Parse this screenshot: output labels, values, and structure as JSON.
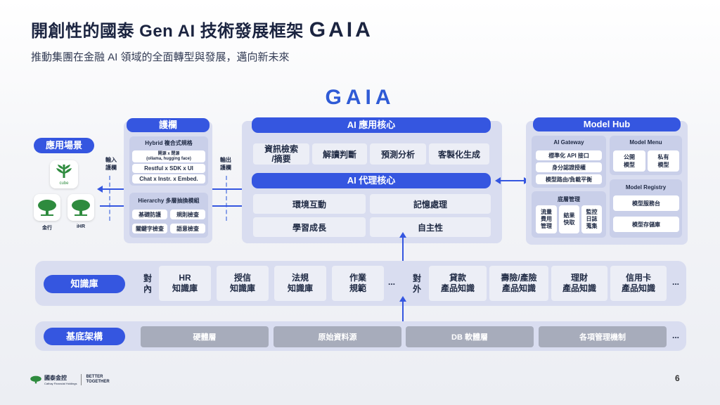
{
  "header": {
    "title": "開創性的國泰 Gen AI 技術發展框架",
    "title_logo": "GAIA",
    "subtitle": "推動集團在金融 AI 領域的全面轉型與發展，邁向新未來"
  },
  "gaia_logo": "GAIA",
  "app_scene": {
    "label": "應用場景",
    "cube_text": "cube",
    "apps": [
      "金行",
      "iHR"
    ]
  },
  "guardrail": {
    "title": "護欄",
    "input_label": "輸入\n護欄",
    "output_label": "輸出\n護欄",
    "hybrid_title": "Hybrid 複合式規格",
    "hybrid_items": [
      "開源 x 閉源\n(ollama, hugging face)",
      "Restful x SDK x UI",
      "Chat x Instr. x Embed."
    ],
    "hierarchy_title": "Hierarchy 多層抽換模組",
    "hierarchy_items": [
      "基礎防護",
      "規則檢查",
      "關鍵字檢查",
      "語意檢查"
    ]
  },
  "ai_core": {
    "title": "AI 應用核心",
    "items": [
      "資訊檢索\n/摘要",
      "解讀判斷",
      "預測分析",
      "客製化生成"
    ],
    "agent_title": "AI 代理核心",
    "agent_items": [
      "環境互動",
      "記憶處理",
      "學習成長",
      "自主性"
    ]
  },
  "model_hub": {
    "title": "Model Hub",
    "gateway_title": "AI Gateway",
    "gateway_items": [
      "標準化 API 接口",
      "身分認證授權",
      "模型路由/負載平衡"
    ],
    "menu_title": "Model Menu",
    "menu_items": [
      "公開\n模型",
      "私有\n模型"
    ],
    "registry_title": "Model Registry",
    "registry_items": [
      "模型服務台",
      "模型存儲庫"
    ],
    "base_title": "底層管理",
    "base_items": [
      "流量\n費用\n管理",
      "結果\n快取",
      "監控\n日誌\n蒐集"
    ]
  },
  "knowledge": {
    "label": "知識庫",
    "internal_label": "對\n內",
    "internal_items": [
      "HR\n知識庫",
      "授信\n知識庫",
      "法規\n知識庫",
      "作業\n規範"
    ],
    "external_label": "對\n外",
    "external_items": [
      "貸款\n產品知識",
      "壽險/產險\n產品知識",
      "理財\n產品知識",
      "信用卡\n產品知識"
    ],
    "ellipsis": "..."
  },
  "infra": {
    "label": "基底架構",
    "items": [
      "硬體層",
      "原始資料源",
      "DB 軟體層",
      "各項管理機制"
    ],
    "ellipsis": "..."
  },
  "footer": {
    "company": "國泰金控",
    "company_en": "Cathay Financial Holdings",
    "slogan": "BETTER\nTOGETHER",
    "page": "6"
  },
  "colors": {
    "accent": "#3556e0",
    "panel": "#d9ddf0",
    "cell": "#eceef6",
    "gray": "#a7acbb",
    "tree_green": "#2e8b3e"
  }
}
